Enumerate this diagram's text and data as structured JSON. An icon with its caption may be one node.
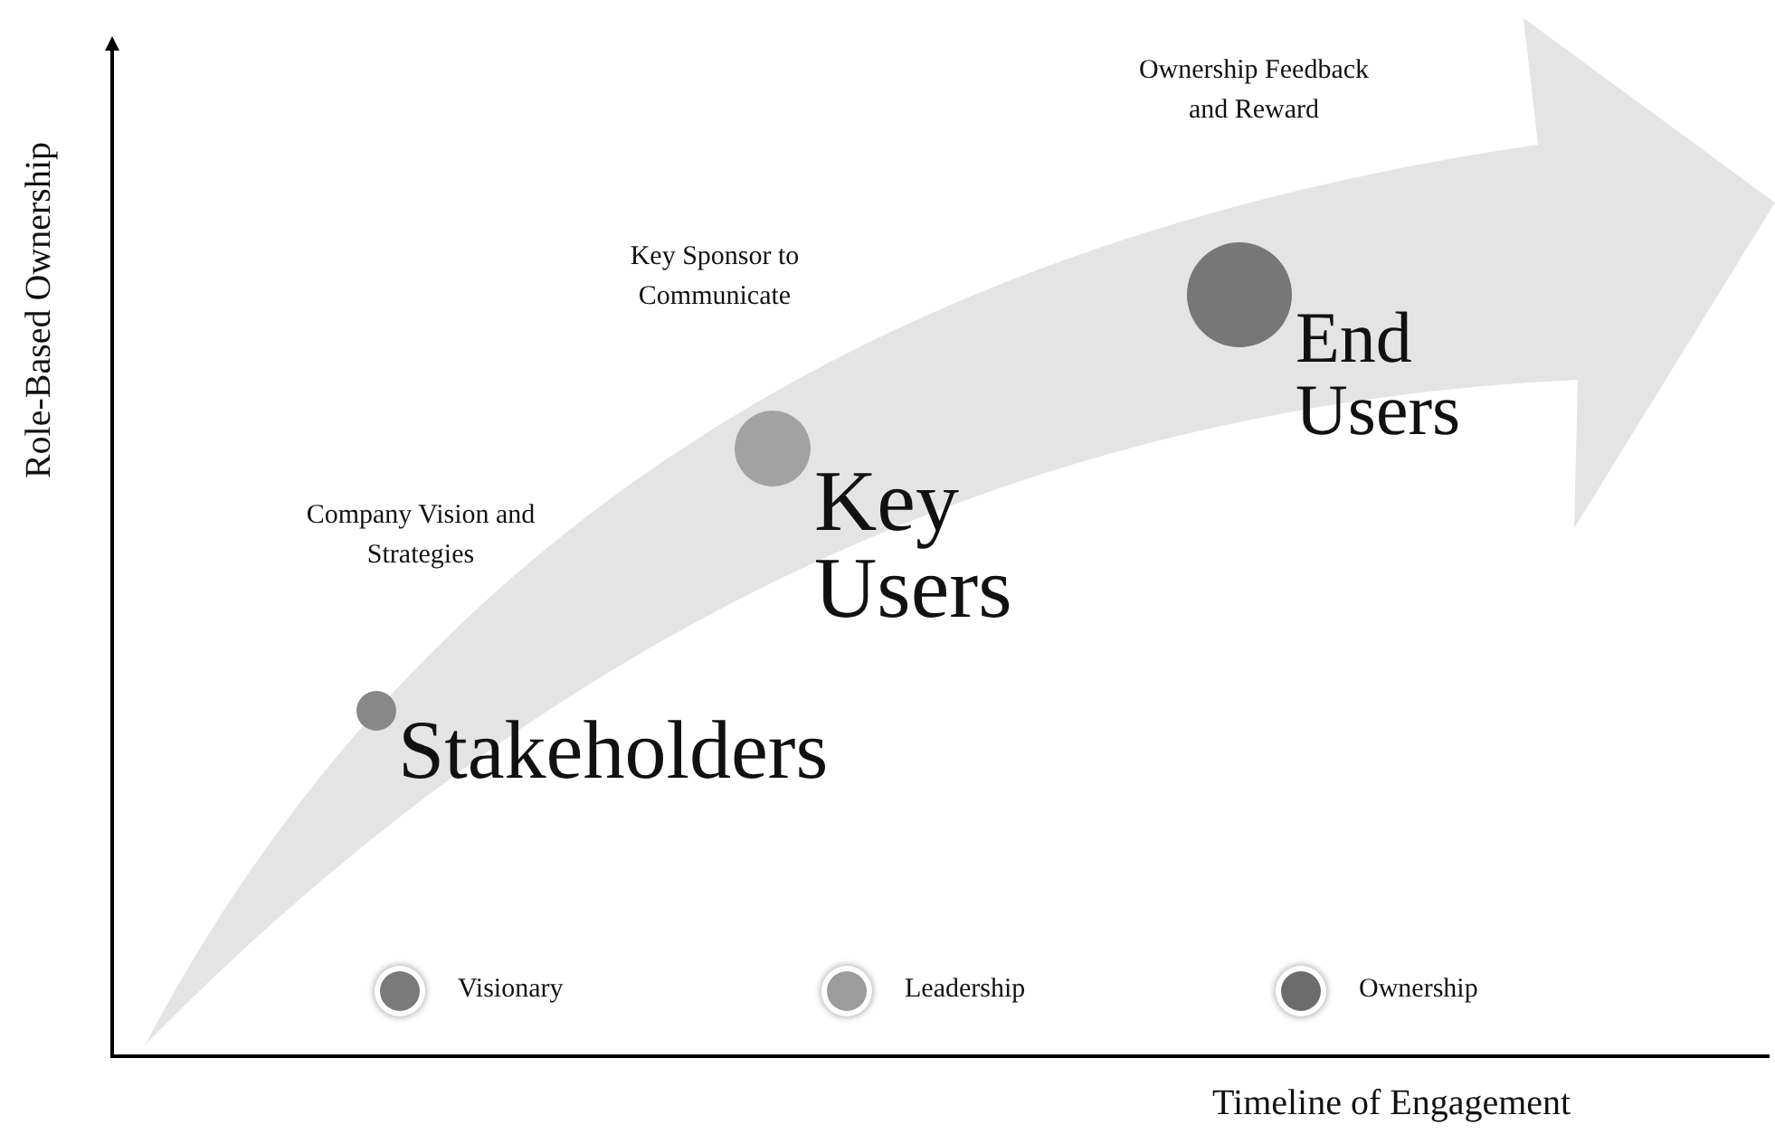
{
  "diagram": {
    "nodes": [
      {
        "text": [],
        "shape": "circle",
        "beside": [
          "Stakeholders"
        ]
      },
      {
        "text": [],
        "shape": "circle",
        "beside": [
          "Key Users"
        ]
      },
      {
        "text": [],
        "shape": "circle",
        "beside": [
          "End Users"
        ]
      }
    ],
    "edges": [],
    "labels": [
      "Role-Based Ownership",
      "Ownership Feedback and Reward",
      "Key Sponsor to Communicate",
      "Company Vision and Strategies",
      "Timeline of Engagement"
    ],
    "legend": [
      {
        "text": "Visionary",
        "color": "#7a7a7a"
      },
      {
        "text": "Leadership",
        "color": "#9c9c9c"
      },
      {
        "text": "Ownership",
        "color": "#6c6c6c"
      }
    ]
  }
}
